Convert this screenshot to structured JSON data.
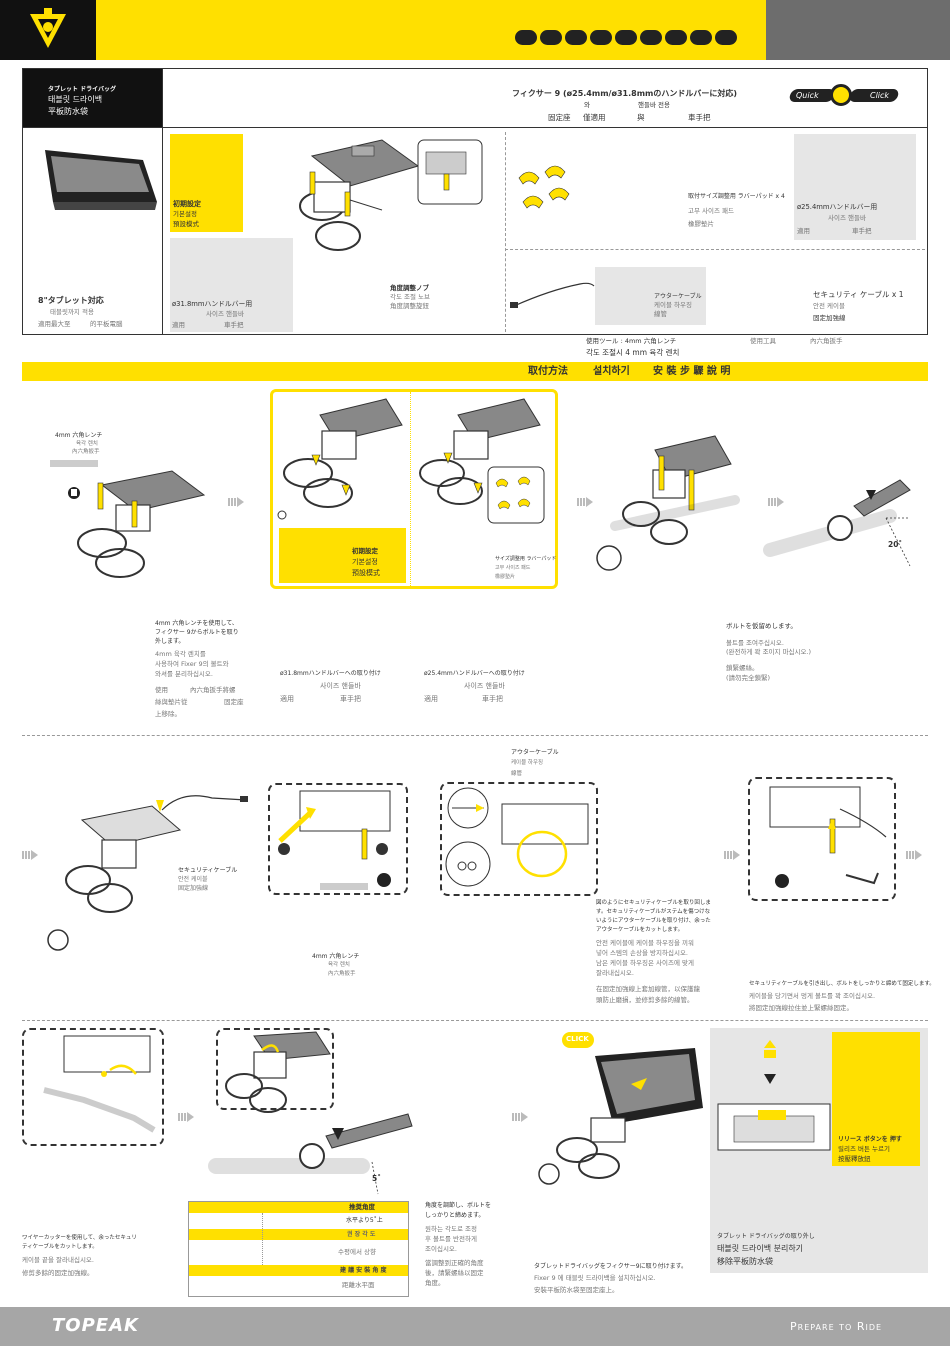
{
  "header": {
    "brand_color": "#ffe000",
    "dots_count": 9
  },
  "product": {
    "bag_name_jp": "タブレット ドライバッグ",
    "bag_name_kr": "태블릿 드라이백",
    "bag_name_cn": "平板防水袋",
    "fixer_title": "フィクサー 9 (ø25.4mm/ø31.8mmのハンドルバーに対応)",
    "fixer_kr_1": "와",
    "fixer_kr_2": "핸들바 전용",
    "fixer_cn_1": "固定座",
    "fixer_cn_2": "僅適用",
    "fixer_cn_3": "與",
    "fixer_cn_4": "車手把",
    "quick": "Quick",
    "click": "Click"
  },
  "contents": {
    "initial_setting_jp": "初期設定",
    "initial_setting_kr": "기본설정",
    "initial_setting_cn": "預設模式",
    "tablet_jp": "8\"タブレット対応",
    "tablet_kr": "태블릿까지 적용",
    "tablet_cn_1": "適用最大至",
    "tablet_cn_2": "的平板電腦",
    "bar318_jp": "ø31.8mmハンドルバー用",
    "bar318_kr": "사이즈 핸들바",
    "bar318_cn_1": "適用",
    "bar318_cn_2": "車手把",
    "angle_knob_jp": "角度調整ノブ",
    "angle_knob_kr": "각도 조절 노브",
    "angle_knob_cn": "角度調整旋鈕",
    "pads_jp": "取付サイズ調整用 ラバーパッド x 4",
    "pads_kr": "고무 사이즈 패드",
    "pads_cn": "橡膠墊片",
    "bar254_jp": "ø25.4mmハンドルバー用",
    "bar254_kr": "사이즈 핸들바",
    "bar254_cn_1": "適用",
    "bar254_cn_2": "車手把",
    "outer_cable_jp": "アウターケーブル",
    "outer_cable_kr": "케이블 하우징",
    "outer_cable_cn": "線管",
    "security_jp": "セキュリティ ケーブル x 1",
    "security_kr": "안전 케이블",
    "security_cn": "固定加強線",
    "tool_jp": "使用ツール : 4mm 六角レンチ",
    "tool_kr": "각도 조절시 4 mm 육각 렌치",
    "tool_cn_1": "使用工具",
    "tool_cn_2": "內六角扳手"
  },
  "install_bar": {
    "jp": "取付方法",
    "kr": "설치하기",
    "cn": "安 裝 步 驟 說 明"
  },
  "step1": {
    "wrench_jp": "4mm 六角レンチ",
    "wrench_kr": "육각 렌치",
    "wrench_cn": "內六角扳手",
    "desc_jp_1": "4mm 六角レンチを使用して、",
    "desc_jp_2": "フィクサー 9からボルトを取り",
    "desc_jp_3": "外します。",
    "desc_kr_1": "4mm 육각 렌치를",
    "desc_kr_2": "사용하여 Fixer 9의 볼트와",
    "desc_kr_3": "와셔를 분리하십시오.",
    "desc_cn_1": "使用",
    "desc_cn_2": "內六角扳手將螺",
    "desc_cn_3": "絲與墊片從",
    "desc_cn_4": "固定座",
    "desc_cn_5": "上移除。"
  },
  "step2": {
    "initial_jp": "初期設定",
    "initial_kr": "기본설정",
    "initial_cn": "預設模式",
    "pads_jp": "サイズ調整用 ラバーパッド",
    "pads_kr": "고무 사이즈 패드",
    "pads_cn": "橡膠墊片",
    "b318_jp": "ø31.8mmハンドルバーへの取り付け",
    "b318_kr": "사이즈 핸들바",
    "b318_cn_1": "適用",
    "b318_cn_2": "車手把",
    "b254_jp": "ø25.4mmハンドルバーへの取り付け",
    "b254_kr": "사이즈 핸들바",
    "b254_cn_1": "適用",
    "b254_cn_2": "車手把"
  },
  "step3": {
    "jp": "ボルトを仮留めします。",
    "kr_1": "볼트를 조여주십시오.",
    "kr_2": "(완전하게 꽉 조이지 마십시오.)",
    "cn_1": "鎖緊螺絲。",
    "cn_2": "(請勿完全鎖緊)"
  },
  "step4": {
    "angle": "20˚"
  },
  "step5": {
    "security_jp": "セキュリティケーブル",
    "security_kr": "안전 케이블",
    "security_cn": "固定加強線"
  },
  "step6": {
    "wrench_jp": "4mm 六角レンチ",
    "wrench_kr": "육각 렌치",
    "wrench_cn": "內六角扳手"
  },
  "step7": {
    "outer_jp": "アウターケーブル",
    "outer_kr": "케이블 하우징",
    "outer_cn": "線管",
    "jp_1": "図のようにセキュリティケーブルを取り回しま",
    "jp_2": "す。セキュリティケーブルがステムを傷つけな",
    "jp_3": "いようにアウターケーブルを取り付け、余った",
    "jp_4": "アウターケーブルをカットします。",
    "kr_1": "안전 케이블에 케이블 하우징을 끼워",
    "kr_2": "넣어 스템의 손상을 방지하십시오.",
    "kr_3": "남은 케이블 하우징은 사이즈에 맞게",
    "kr_4": "잘라내십시오.",
    "cn_1": "在固定加強線上套加線管，以保護龍",
    "cn_2": "頭防止磨損，並修剪多餘的線管。"
  },
  "step8": {
    "jp": "セキュリティケーブルを引き出し、ボルトをしっかりと締めて固定します。",
    "kr": "케이블을 당기면서 멍게 볼트를 꽉 조이십시오.",
    "cn": "將固定加強線拉住並上緊螺絲固定。"
  },
  "step9": {
    "jp_1": "ワイヤーカッターを使用して、余ったセキュリ",
    "jp_2": "ティケーブルをカットします。",
    "kr": "케이블 끝을 잘라내십시오.",
    "cn": "修剪多餘的固定加強線。"
  },
  "step10": {
    "angle": "5˚",
    "table_h1_jp": "推奨角度",
    "table_r1_jp": "水平より5˚上",
    "table_h2_kr": "권 장 각 도",
    "table_r2_kr": "수평에서     상향",
    "table_h3_cn": "建 議 安 裝 角 度",
    "table_r3_cn": "距離水平面",
    "jp_1": "角度を調節し、ボルトを",
    "jp_2": "しっかりと締めます。",
    "kr_1": "원하는 각도로 조정",
    "kr_2": "후 볼트를 반전하게",
    "kr_3": "조이십시오.",
    "cn_1": "當調整到正確的角度",
    "cn_2": "後，請緊螺絲以固定",
    "cn_3": "角度。"
  },
  "step11": {
    "click": "CLICK",
    "jp": "タブレットドライバッグをフィクサー9に取り付けます。",
    "kr": "Fixer 9 에 태블릿 드라이백을 설치하십시오.",
    "cn": "安裝平板防水袋至固定座上。"
  },
  "step12": {
    "release_jp": "リリース ボタンを 押す",
    "release_kr": "릴리즈 버튼 누르기",
    "release_cn": "按壓釋放鈕",
    "remove_jp": "タブレット ドライバッグの取り外し",
    "remove_kr": "태블릿 드라이백 분리하기",
    "remove_cn": "移除平板防水袋"
  },
  "footer": {
    "brand": "TOPEAK",
    "slogan": "Prepare to Ride"
  }
}
